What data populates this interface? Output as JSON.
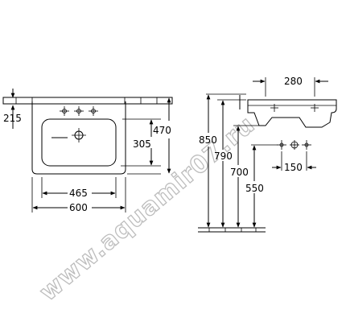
{
  "watermark": "www.aquamir07.ru",
  "front_view": {
    "dim_wall_offset": "215",
    "dim_bowl_width": "465",
    "dim_total_width": "600",
    "dim_bowl_depth": "305",
    "dim_total_depth": "470"
  },
  "side_view": {
    "dim_depth_top": "280",
    "dim_height_850": "850",
    "dim_height_790": "790",
    "dim_height_700": "700",
    "dim_height_550": "550",
    "dim_tap_spacing": "150"
  }
}
